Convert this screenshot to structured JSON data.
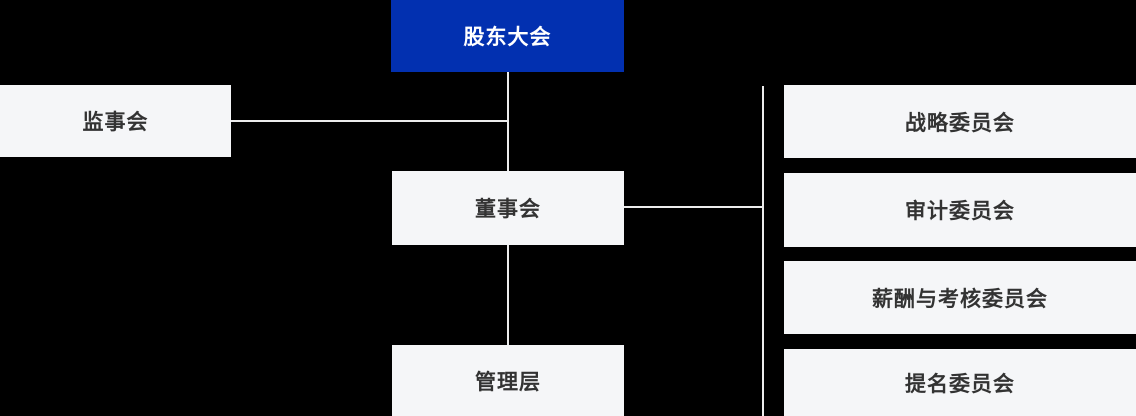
{
  "palette": {
    "background": "#000000",
    "primary_blue": "#0230b0",
    "box_background": "#f5f6f8",
    "box_text": "#333333",
    "root_text": "#ffffff",
    "line_color": "#ececec"
  },
  "org_chart": {
    "root": {
      "label": "股东大会"
    },
    "supervisory": {
      "label": "监事会"
    },
    "board": {
      "label": "董事会"
    },
    "management": {
      "label": "管理层"
    },
    "committees": [
      {
        "label": "战略委员会"
      },
      {
        "label": "审计委员会"
      },
      {
        "label": "薪酬与考核委员会"
      },
      {
        "label": "提名委员会"
      }
    ]
  }
}
